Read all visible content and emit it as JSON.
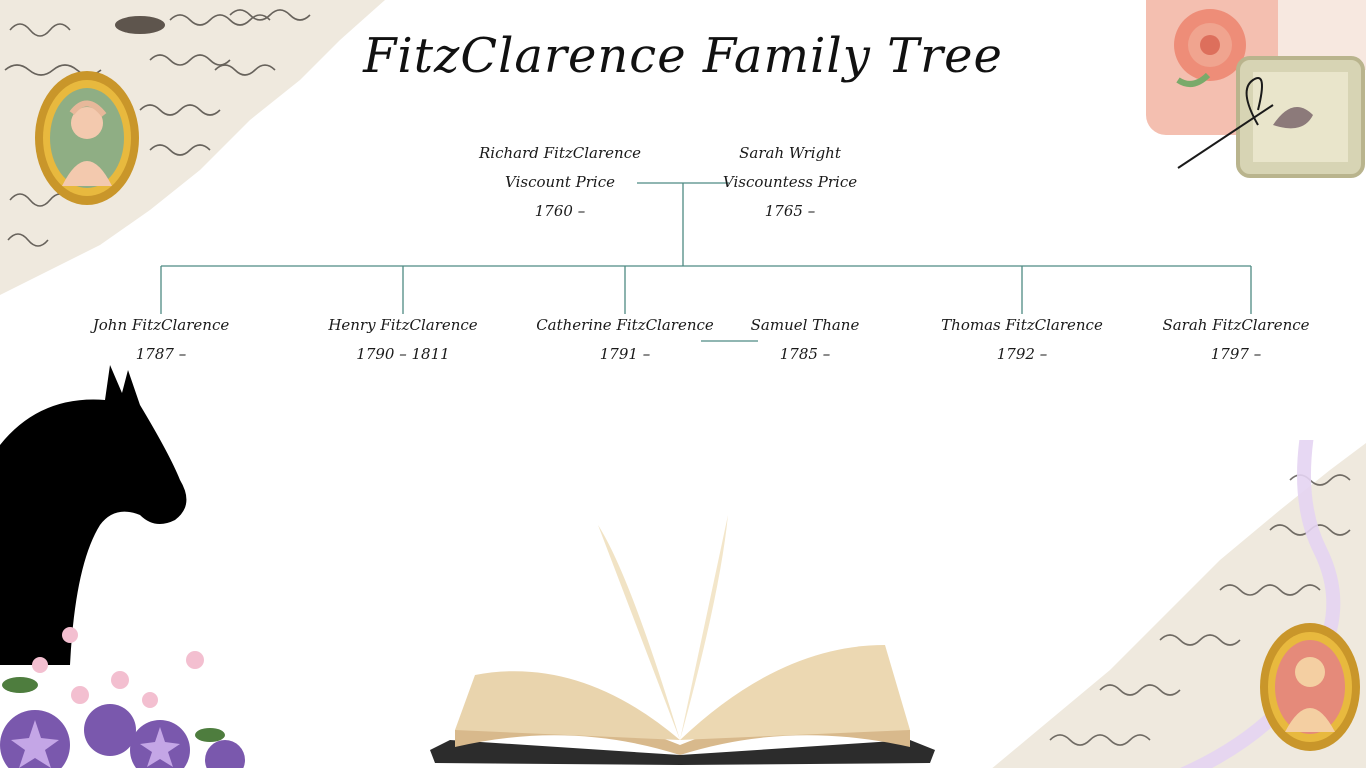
{
  "title": "FitzClarence Family Tree",
  "colors": {
    "connector": "#4e8a83",
    "paper": "#efe8dc",
    "ink": "#3a3530"
  },
  "parents": [
    {
      "name": "Richard FitzClarence",
      "title": "Viscount Price",
      "dates": "1760 –"
    },
    {
      "name": "Sarah Wright",
      "title": "Viscountess Price",
      "dates": "1765 –"
    }
  ],
  "children": [
    {
      "name": "John FitzClarence",
      "dates": "1787 –"
    },
    {
      "name": "Henry FitzClarence",
      "dates": "1790 – 1811"
    },
    {
      "name": "Catherine FitzClarence",
      "dates": "1791 –"
    },
    {
      "name": "Thomas FitzClarence",
      "dates": "1792 –"
    },
    {
      "name": "Sarah FitzClarence",
      "dates": "1797 –"
    }
  ],
  "spouse": {
    "name": "Samuel Thane",
    "dates": "1785 –"
  },
  "decorations": [
    "letter-paper-scrap",
    "cameo-brooch",
    "needlepoint-pillows",
    "needle-thread",
    "horse-silhouette",
    "flowers",
    "open-book",
    "ribbon"
  ]
}
